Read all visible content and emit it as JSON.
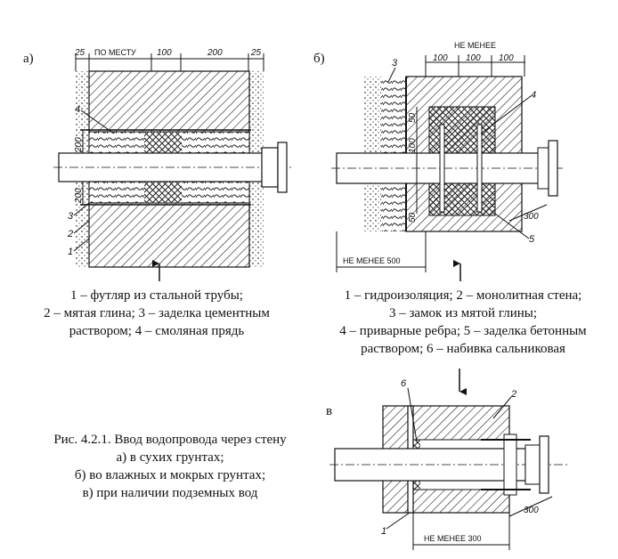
{
  "panel_a": {
    "tag": "а)",
    "dims_top": [
      "25",
      "ПО МЕСТУ",
      "100",
      "200",
      "25"
    ],
    "dims_side": [
      "200",
      "200"
    ],
    "callouts": [
      "4",
      "3",
      "2",
      "1"
    ],
    "legend": [
      "1 – футляр из стальной трубы;",
      "2 – мятая глина; 3 – заделка цементным",
      "раствором; 4 – смоляная  прядь"
    ]
  },
  "panel_b": {
    "tag": "б)",
    "top_label": "НЕ МЕНЕЕ",
    "dims_top": [
      "100",
      "100",
      "100"
    ],
    "dims_side": [
      "50",
      "100",
      "50"
    ],
    "dim_300": "300",
    "bottom_label": "НЕ МЕНЕЕ 500",
    "callouts": [
      "3",
      "4",
      "5"
    ],
    "legend": [
      "1 – гидроизоляция; 2 – монолитная стена;",
      "3 – замок из мятой глины;",
      "4 – приварные ребра; 5 – заделка бетонным",
      "раствором; 6 – набивка сальниковая"
    ]
  },
  "panel_c": {
    "tag": "в",
    "callouts": [
      "6",
      "2",
      "1"
    ],
    "dim_300": "300",
    "bottom_label": "НЕ МЕНЕЕ  300"
  },
  "figure_caption": [
    "Рис. 4.2.1. Ввод водопровода через стену",
    "а) в сухих грунтах;",
    "б) во влажных и мокрых грунтах;",
    "в) при наличии подземных вод"
  ]
}
